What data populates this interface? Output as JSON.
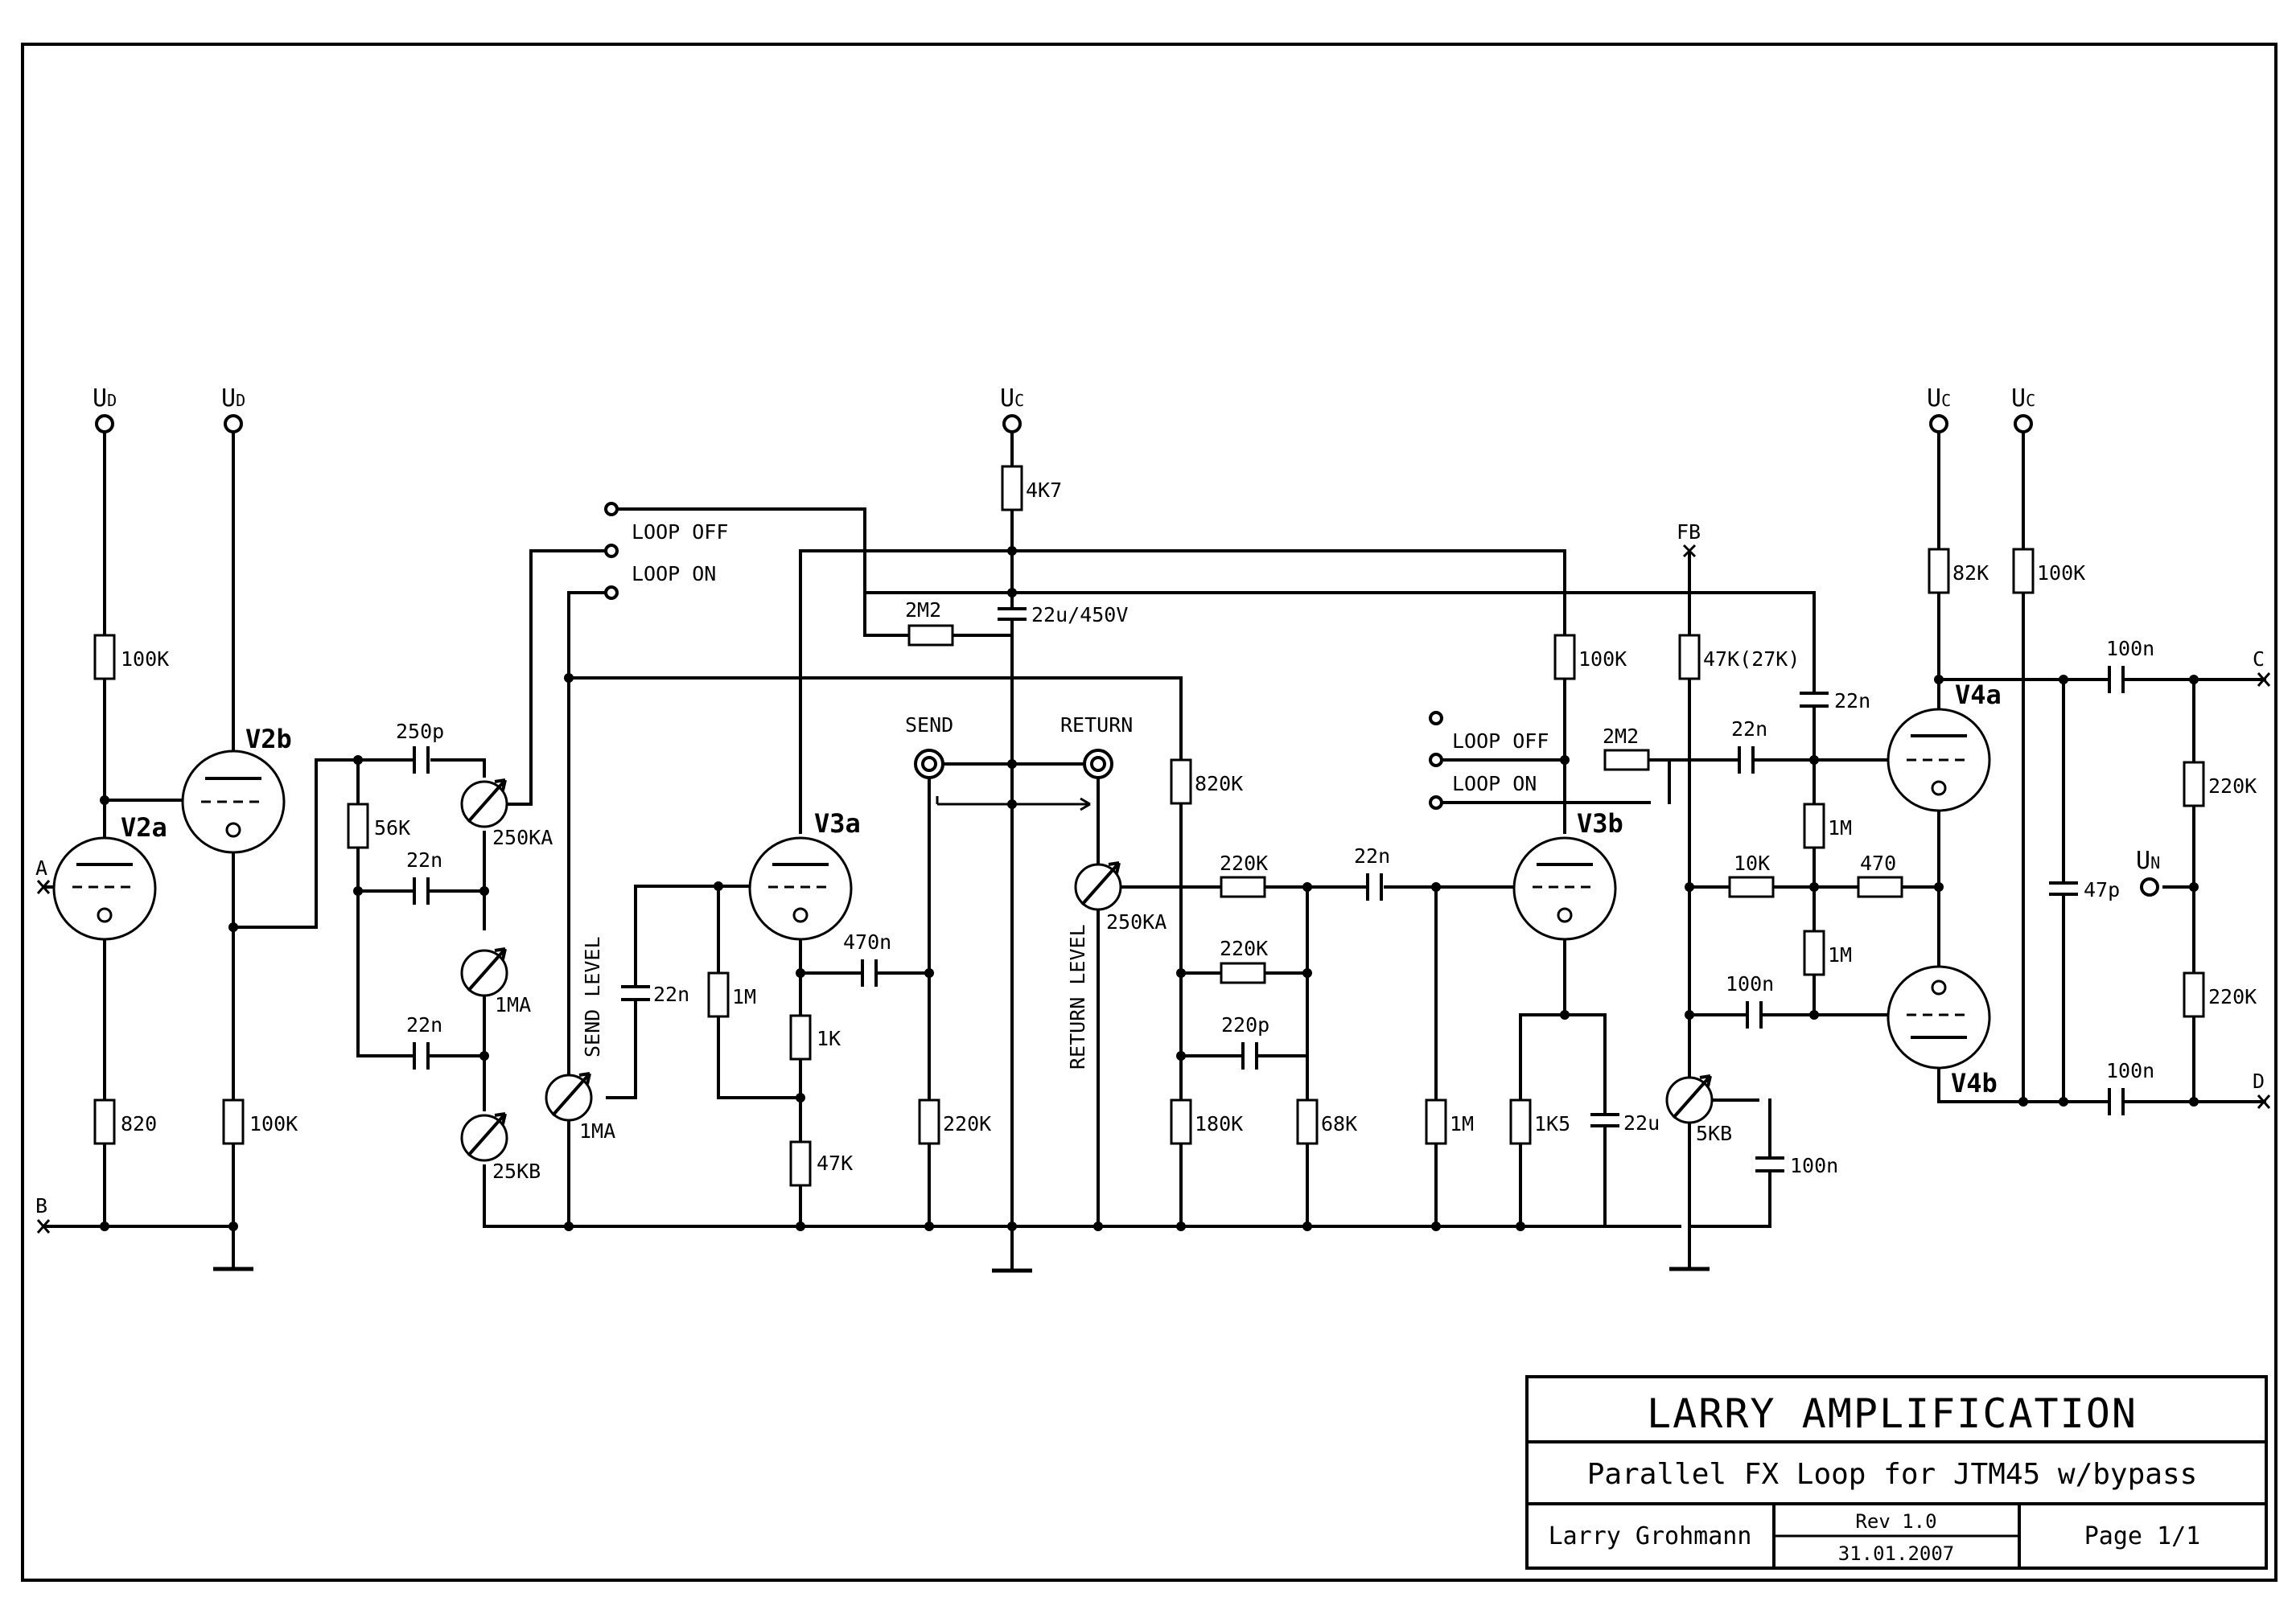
{
  "title_block": {
    "company": "LARRY AMPLIFICATION",
    "title": "Parallel FX Loop for JTM45 w/bypass",
    "author": "Larry Grohmann",
    "revision": "Rev 1.0",
    "date": "31.01.2007",
    "page": "Page 1/1"
  },
  "rails": {
    "ud": "U",
    "ud_sub": "D",
    "uc": "U",
    "uc_sub": "C",
    "un": "U",
    "un_sub": "N",
    "fb": "FB"
  },
  "ports": {
    "a": "A",
    "b": "B",
    "c": "C",
    "d": "D"
  },
  "tubes": {
    "v2a": "V2a",
    "v2b": "V2b",
    "v3a": "V3a",
    "v3b": "V3b",
    "v4a": "V4a",
    "v4b": "V4b"
  },
  "switch_labels": {
    "s1_off": "LOOP OFF",
    "s1_on": "LOOP ON",
    "s2_off": "LOOP OFF",
    "s2_on": "LOOP ON"
  },
  "jacks": {
    "send": "SEND",
    "return": "RETURN"
  },
  "pot_names": {
    "send_level": "SEND LEVEL",
    "return_level": "RETURN LEVEL"
  },
  "resistors": {
    "r_v2a_plate": "100K",
    "r_v2a_cathode": "820",
    "r_v2b_cathode": "100K",
    "r_56k": "56K",
    "r_4k7": "4K7",
    "r_2m2_a": "2M2",
    "r_v3a_grid": "1M",
    "r_v3a_1k": "1K",
    "r_v3a_47k": "47K",
    "r_send_220k": "220K",
    "r_820k": "820K",
    "r_mix_220k_a": "220K",
    "r_mix_220k_b": "220K",
    "r_180k": "180K",
    "r_68k": "68K",
    "r_v3b_grid": "1M",
    "r_v3b_plate": "100K",
    "r_1k5": "1K5",
    "r_2m2_b": "2M2",
    "r_47k": "47K(27K)",
    "r_82k": "82K",
    "r_pi_100k": "100K",
    "r_1m_a": "1M",
    "r_1m_b": "1M",
    "r_10k": "10K",
    "r_470": "470",
    "r_out_220k_a": "220K",
    "r_out_220k_b": "220K"
  },
  "capacitors": {
    "c_250p": "250p",
    "c_22n_a": "22n",
    "c_22n_b": "22n",
    "c_22u450": "22u/450V",
    "c_send_22n": "22n",
    "c_470n": "470n",
    "c_220p": "220p",
    "c_22n_c": "22n",
    "c_22u": "22u",
    "c_22n_d": "22n",
    "c_22n_e": "22n",
    "c_100n_a": "100n",
    "c_100n_b": "100n",
    "c_47p": "47p",
    "c_100n_c": "100n",
    "c_100n_d": "100n"
  },
  "pots": {
    "p_250ka": "250KA",
    "p_1ma": "1MA",
    "p_25kb": "25KB",
    "p_send_1ma": "1MA",
    "p_return_250ka": "250KA",
    "p_5kb": "5KB"
  }
}
